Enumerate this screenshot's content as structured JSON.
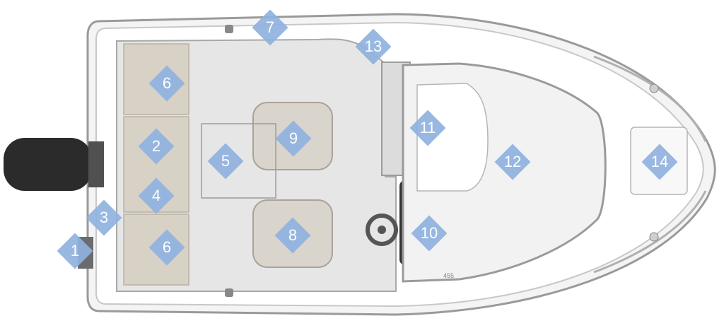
{
  "diagram": {
    "model_mark": "455",
    "markers": [
      {
        "label": "1"
      },
      {
        "label": "2"
      },
      {
        "label": "3"
      },
      {
        "label": "4"
      },
      {
        "label": "5"
      },
      {
        "label": "6"
      },
      {
        "label": "6"
      },
      {
        "label": "7"
      },
      {
        "label": "8"
      },
      {
        "label": "9"
      },
      {
        "label": "10"
      },
      {
        "label": "11"
      },
      {
        "label": "12"
      },
      {
        "label": "13"
      },
      {
        "label": "14"
      }
    ]
  },
  "colors": {
    "marker": "#8fb2e0",
    "deck": "#e9e9e9",
    "hull_outline": "#9a9a9a",
    "upholstery": "#d7d1c6",
    "engine": "#2b2b2b",
    "console": "#333333"
  }
}
